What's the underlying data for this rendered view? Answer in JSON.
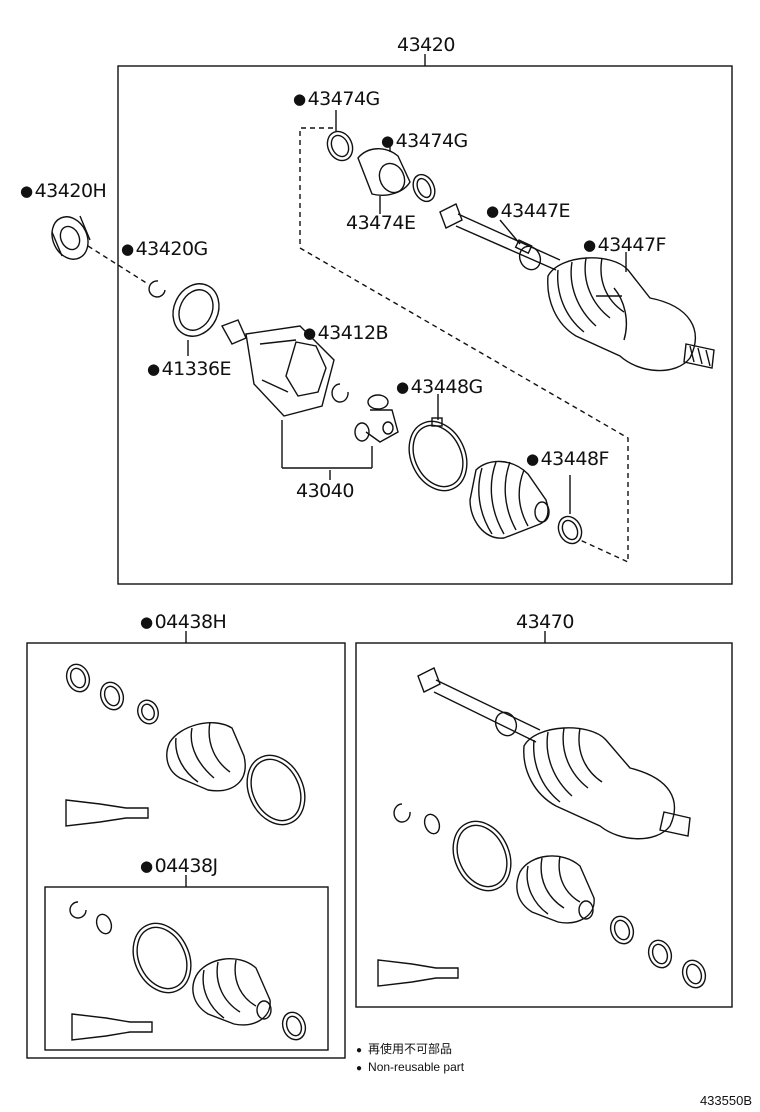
{
  "assembly": {
    "number": "43420",
    "parts": {
      "p43420H": "43420H",
      "p43474G_top": "43474G",
      "p43474G_mid": "43474G",
      "p43474E": "43474E",
      "p43447E": "43447E",
      "p43447F": "43447F",
      "p43420G": "43420G",
      "p41336E": "41336E",
      "p43412B": "43412B",
      "p43448G": "43448G",
      "p43448F": "43448F",
      "p43040": "43040"
    }
  },
  "kits": {
    "boot_kit_outer": "04438H",
    "boot_kit_inner": "04438J",
    "shaft_assembly": "43470"
  },
  "legend": {
    "line1": "再使用不可部品",
    "line2": "Non-reusable part"
  },
  "figure_number": "433550B",
  "icons": {
    "non_reusable_marker": "filled-circle-icon"
  }
}
